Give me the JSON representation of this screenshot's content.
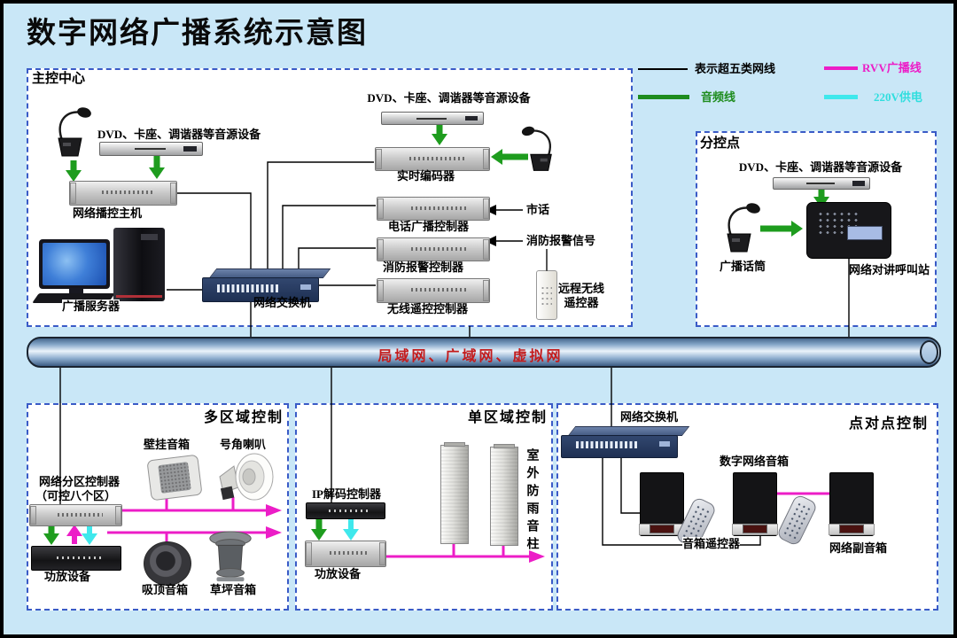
{
  "title": "数字网络广播系统示意图",
  "legend": {
    "cat5_label": "表示超五类网线",
    "rvv_label": "RVV广播线",
    "audio_label": "音频线",
    "power_label": "220V供电",
    "colors": {
      "cat5": "#000000",
      "rvv": "#EC1DC7",
      "audio": "#1E8C1E",
      "power": "#3FE8EC"
    }
  },
  "main_center": {
    "title": "主控中心",
    "source_devices_left": "DVD、卡座、调谐器等音源设备",
    "source_devices_mid": "DVD、卡座、调谐器等音源设备",
    "host": "网络播控主机",
    "server": "广播服务器",
    "switch": "网络交换机",
    "encoder": "实时编码器",
    "phone_controller": "电话广播控制器",
    "phone_input": "市话",
    "fire_controller": "消防报警控制器",
    "fire_input": "消防报警信号",
    "wireless_controller": "无线遥控控制器",
    "remote": "远程无线遥控器"
  },
  "sub_point": {
    "title": "分控点",
    "source_devices": "DVD、卡座、调谐器等音源设备",
    "mic": "广播话筒",
    "call_station": "网络对讲呼叫站"
  },
  "backbone": {
    "label": "局域网、广域网、虚拟网"
  },
  "multi_zone": {
    "title": "多区域控制",
    "wall_speaker": "壁挂音箱",
    "horn_speaker": "号角喇叭",
    "zone_controller": "网络分区控制器",
    "zone_controller_note": "（可控八个区）",
    "amplifier": "功放设备",
    "ceiling_speaker": "吸顶音箱",
    "lawn_speaker": "草坪音箱"
  },
  "single_zone": {
    "title": "单区域控制",
    "ip_decoder": "IP解码控制器",
    "amplifier": "功放设备",
    "column_speaker": "室外防雨音柱"
  },
  "p2p": {
    "title": "点对点控制",
    "switch": "网络交换机",
    "main_speaker": "数字网络音箱",
    "remote": "音箱遥控器",
    "sub_speaker": "网络副音箱"
  }
}
